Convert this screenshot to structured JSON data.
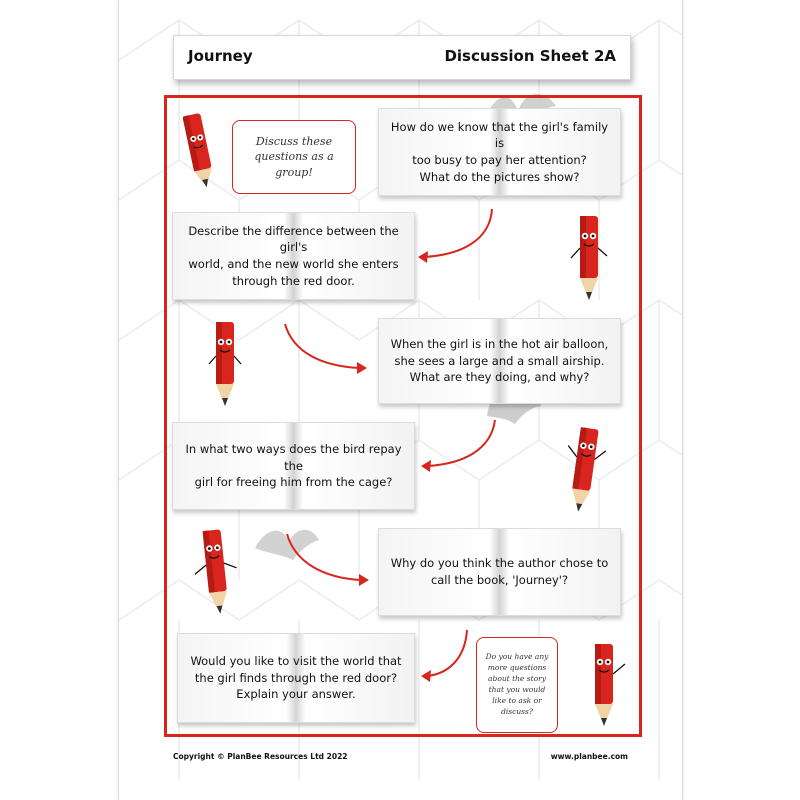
{
  "header": {
    "title": "Journey",
    "sheet": "Discussion Sheet 2A"
  },
  "bubbles": {
    "top": "Discuss these questions as a group!",
    "bottom": "Do you have any more questions about the story that you would like to ask or discuss?"
  },
  "questions": [
    {
      "lines": [
        "How do we know that the girl's family is",
        "too busy to pay her attention?",
        "What do the pictures show?"
      ]
    },
    {
      "lines": [
        "Describe the difference between the girl's",
        "world, and the new world she enters",
        "through the red door."
      ]
    },
    {
      "lines": [
        "When the girl is in the hot air balloon,",
        "she sees a large and a small airship.",
        "What are they doing, and why?"
      ]
    },
    {
      "lines": [
        "In what two ways does the bird repay the",
        "girl for freeing him from the cage?"
      ]
    },
    {
      "lines": [
        "Why do you think the author chose to",
        "call the book, 'Journey'?"
      ]
    },
    {
      "lines": [
        "Would you like to visit the world that",
        "the girl finds through the red door?",
        "Explain your answer."
      ]
    }
  ],
  "footer": {
    "copyright": "Copyright © PlanBee Resources Ltd 2022",
    "url": "www.planbee.com"
  },
  "colors": {
    "accent": "#d8261e",
    "pencil": "#d8261e",
    "text": "#111111"
  },
  "icons": [
    "pencil-mascot-icon",
    "curved-arrow-icon",
    "bird-icon",
    "hexagon-watermark-icon"
  ]
}
